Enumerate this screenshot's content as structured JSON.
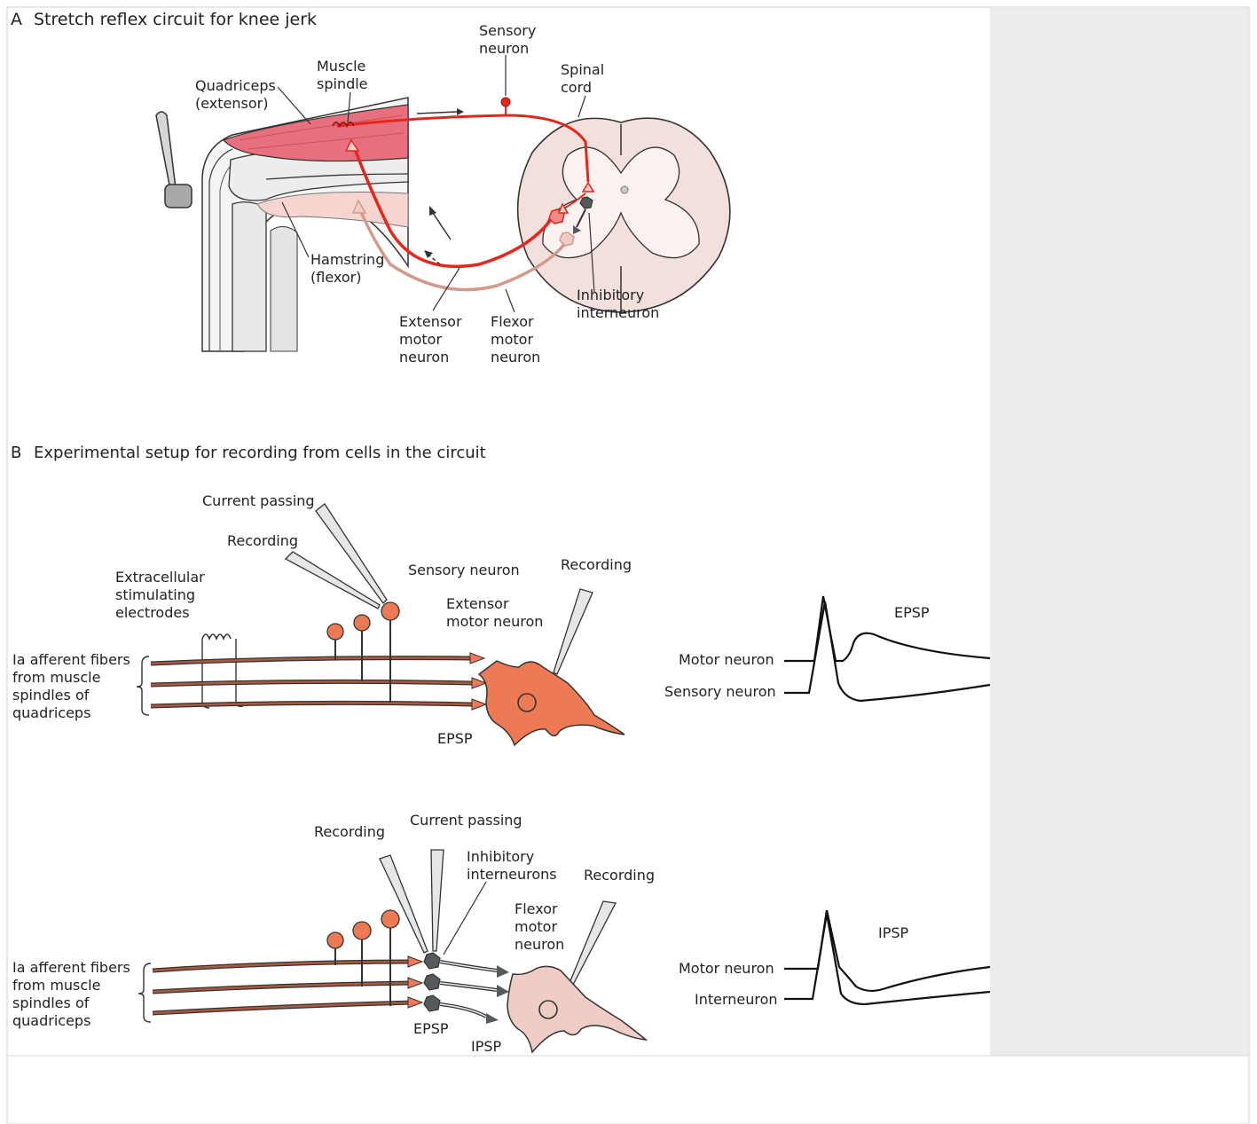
{
  "colors": {
    "reflex_red": "#e5261f",
    "flexor_pink": "#d39a8a",
    "muscle_pink": "#e8707e",
    "cord_pink": "#f2dcd8",
    "fiber_brown": "#6b2e1f",
    "orange_cell": "#ec7a55",
    "pale_cell": "#f0cdc4",
    "interneuron_gray": "#555a5c",
    "side_panel": "#ececec"
  },
  "panelA": {
    "letter": "A",
    "title": "Stretch reflex circuit for knee jerk",
    "labels": {
      "sensory1": "Sensory",
      "sensory2": "neuron",
      "spindle1": "Muscle",
      "spindle2": "spindle",
      "spinal1": "Spinal",
      "spinal2": "cord",
      "quad1": "Quadriceps",
      "quad2": "(extensor)",
      "ham1": "Hamstring",
      "ham2": "(flexor)",
      "inhib1": "Inhibitory",
      "inhib2": "interneuron",
      "ext1": "Extensor",
      "ext2": "motor",
      "ext3": "neuron",
      "flex1": "Flexor",
      "flex2": "motor",
      "flex3": "neuron"
    }
  },
  "panelB": {
    "letter": "B",
    "title": "Experimental setup for recording from cells in the circuit",
    "top": {
      "current_passing": "Current passing",
      "recording_left": "Recording",
      "sensory_neuron": "Sensory neuron",
      "recording_right": "Recording",
      "extracellular1": "Extracellular",
      "extracellular2": "stimulating",
      "extracellular3": "electrodes",
      "extensor1": "Extensor",
      "extensor2": "motor neuron",
      "ia1": "Ia afferent fibers",
      "ia2": "from muscle",
      "ia3": "spindles of",
      "ia4": "quadriceps",
      "epsp_cell": "EPSP",
      "trace_title": "EPSP",
      "trace_motor": "Motor neuron",
      "trace_sensory": "Sensory neuron"
    },
    "bottom": {
      "recording_left": "Recording",
      "current_passing": "Current passing",
      "inhib1": "Inhibitory",
      "inhib2": "interneurons",
      "recording_right": "Recording",
      "flexor1": "Flexor",
      "flexor2": "motor",
      "flexor3": "neuron",
      "ia1": "Ia afferent fibers",
      "ia2": "from muscle",
      "ia3": "spindles of",
      "ia4": "quadriceps",
      "epsp": "EPSP",
      "ipsp_cell": "IPSP",
      "trace_title": "IPSP",
      "trace_motor": "Motor neuron",
      "trace_inter": "Interneuron"
    }
  }
}
